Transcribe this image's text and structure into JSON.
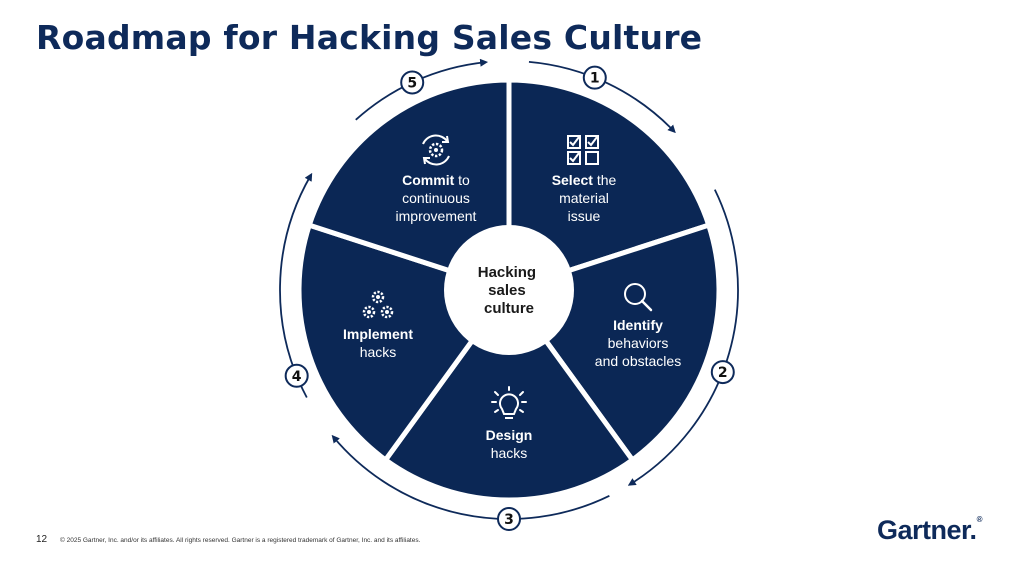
{
  "title": "Roadmap for Hacking Sales Culture",
  "hub": {
    "lines": [
      "Hacking",
      "sales",
      "culture"
    ]
  },
  "steps": [
    {
      "number": "1",
      "icon": "checklist-icon",
      "bold": "Select",
      "rest": " the",
      "lines": [
        "material",
        "issue"
      ]
    },
    {
      "number": "2",
      "icon": "magnifier-icon",
      "bold": "Identify",
      "rest": "",
      "lines": [
        "behaviors",
        "and obstacles"
      ]
    },
    {
      "number": "3",
      "icon": "lightbulb-icon",
      "bold": "Design",
      "rest": "",
      "lines": [
        "hacks"
      ]
    },
    {
      "number": "4",
      "icon": "gears-icon",
      "bold": "Implement",
      "rest": "",
      "lines": [
        "hacks"
      ]
    },
    {
      "number": "5",
      "icon": "gear-cycle-icon",
      "bold": "Commit",
      "rest": " to",
      "lines": [
        "continuous",
        "improvement"
      ]
    }
  ],
  "colors": {
    "navy": "#0e2a5a",
    "segment": "#0b2755"
  },
  "footer": {
    "page_number": "12",
    "copyright": "© 2025 Gartner, Inc. and/or its affiliates. All rights reserved. Gartner is a registered trademark of Gartner, Inc. and its affiliates."
  },
  "logo": {
    "text": "Gartner",
    "mark": "."
  }
}
